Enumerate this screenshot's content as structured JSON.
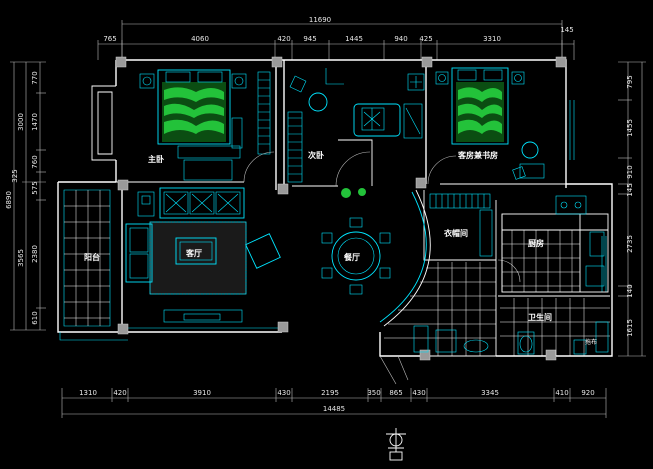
{
  "drawing": {
    "overall_width_top": "11690",
    "overall_width_bottom": "14485",
    "overall_height_left": "6890",
    "top_dims": [
      "765",
      "4060",
      "420",
      "945",
      "1445",
      "940",
      "425",
      "3310",
      "145"
    ],
    "bottom_dims": [
      "1310",
      "420",
      "3910",
      "430",
      "2195",
      "350",
      "865",
      "430",
      "3345",
      "410",
      "920"
    ],
    "left_dims_outer": [
      "3000",
      "3565"
    ],
    "left_dims_inner": [
      "770",
      "1470",
      "760",
      "325",
      "575",
      "2380",
      "610"
    ],
    "right_dims": [
      "795",
      "1455",
      "910",
      "145",
      "2735",
      "140",
      "1615"
    ],
    "rooms": {
      "master_bedroom": "主卧",
      "second_bedroom": "次卧",
      "guest_study": "客房兼书房",
      "balcony": "阳台",
      "living_room": "客厅",
      "dining_room": "餐厅",
      "cloakroom": "衣帽间",
      "kitchen": "厨房",
      "bathroom": "卫生间"
    },
    "bathroom_note": "拖布"
  },
  "colors": {
    "background": "#000000",
    "walls": "#ffffff",
    "furniture": "#00e5ff",
    "plants": "#23c23a",
    "columns": "#9a9a9a"
  }
}
